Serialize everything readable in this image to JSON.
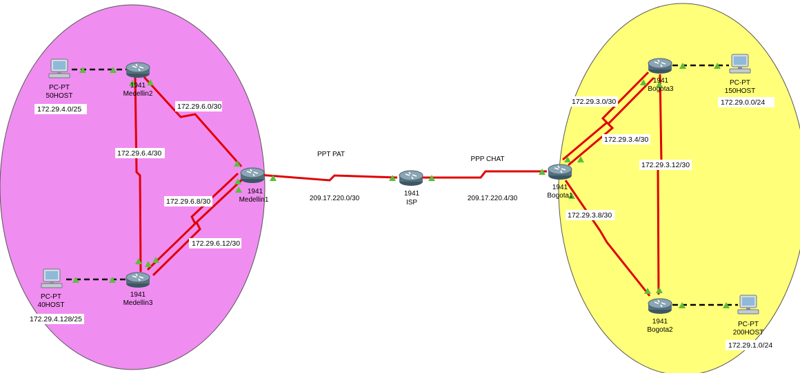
{
  "colors": {
    "medellin_zone": "#f08df0",
    "bogota_zone": "#ffff7a",
    "serial_link": "#e00000",
    "ethernet_link": "#000000",
    "port_up": "#5cbf3a",
    "router_body": "#6d8796",
    "pc_screen": "#8fb9d9"
  },
  "devices": {
    "medellin1": {
      "model": "1941",
      "name": "Medellin1"
    },
    "medellin2": {
      "model": "1941",
      "name": "Medellin2"
    },
    "medellin3": {
      "model": "1941",
      "name": "Medellin3"
    },
    "isp": {
      "model": "1941",
      "name": "ISP"
    },
    "bogota1": {
      "model": "1941",
      "name": "Bogota1"
    },
    "bogota2": {
      "model": "1941",
      "name": "Bogota2"
    },
    "bogota3": {
      "model": "1941",
      "name": "Bogota3"
    },
    "pc50": {
      "model": "PC-PT",
      "name": "50HOST",
      "network": "172.29.4.0/25"
    },
    "pc40": {
      "model": "PC-PT",
      "name": "40HOST",
      "network": "172.29.4.128/25"
    },
    "pc150": {
      "model": "PC-PT",
      "name": "150HOST",
      "network": "172.29.0.0/24"
    },
    "pc200": {
      "model": "PC-PT",
      "name": "200HOST",
      "network": "172.29.1.0/24"
    }
  },
  "links": {
    "m2_m1": "172.29.6.0/30",
    "m2_m3": "172.29.6.4/30",
    "m3_m1_a": "172.29.6.8/30",
    "m3_m1_b": "172.29.6.12/30",
    "m1_isp": "209.17.220.0/30",
    "isp_b1": "209.17.220.4/30",
    "b1_b3_a": "172.29.3.0/30",
    "b1_b3_b": "172.29.3.4/30",
    "b3_b2": "172.29.3.12/30",
    "b1_b2": "172.29.3.8/30"
  },
  "wan_notes": {
    "left": "PPT PAT",
    "right": "PPP CHAT"
  }
}
